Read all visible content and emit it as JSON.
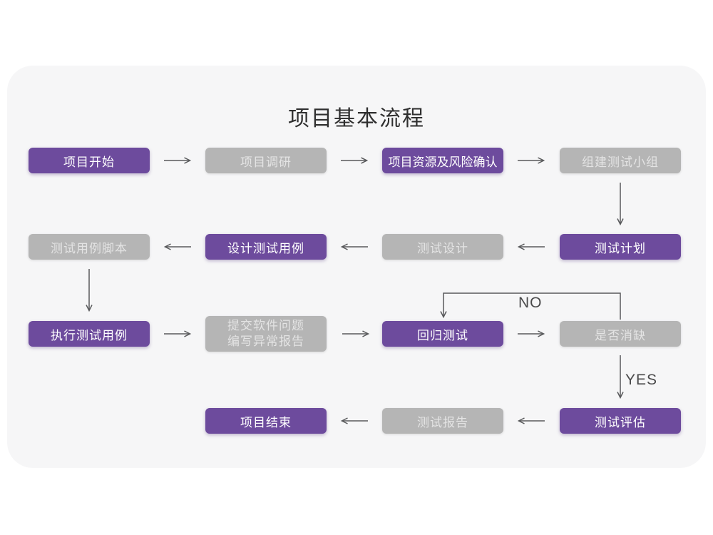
{
  "title": "项目基本流程",
  "decision_labels": {
    "no": "NO",
    "yes": "YES"
  },
  "colors": {
    "accent_purple": "#6d4b9d",
    "node_gray": "#b5b5b5",
    "card_background": "#f6f6f7",
    "page_background": "#ffffff",
    "arrow": "#58595b",
    "title_text": "#2f2f2f",
    "purple_node_text": "#ffffff",
    "gray_node_text": "#e4e4e4"
  },
  "nodes": {
    "project_start": {
      "label": "项目开始",
      "style": "purple"
    },
    "project_research": {
      "label": "项目调研",
      "style": "gray"
    },
    "risk_confirm": {
      "label": "项目资源及风险确认",
      "style": "purple"
    },
    "build_test_team": {
      "label": "组建测试小组",
      "style": "gray"
    },
    "test_plan": {
      "label": "测试计划",
      "style": "purple"
    },
    "test_design": {
      "label": "测试设计",
      "style": "gray"
    },
    "design_test_cases": {
      "label": "设计测试用例",
      "style": "purple"
    },
    "test_case_scripts": {
      "label": "测试用例脚本",
      "style": "gray"
    },
    "execute_test_cases": {
      "label": "执行测试用例",
      "style": "purple"
    },
    "submit_issues": {
      "line1": "提交软件问题",
      "line2": "编写异常报告",
      "style": "gray"
    },
    "regression_test": {
      "label": "回归测试",
      "style": "purple"
    },
    "defect_cleared": {
      "label": "是否消缺",
      "style": "gray"
    },
    "test_evaluation": {
      "label": "测试评估",
      "style": "purple"
    },
    "test_report": {
      "label": "测试报告",
      "style": "gray"
    },
    "project_end": {
      "label": "项目结束",
      "style": "purple"
    }
  },
  "edges": [
    {
      "from": "project_start",
      "to": "project_research"
    },
    {
      "from": "project_research",
      "to": "risk_confirm"
    },
    {
      "from": "risk_confirm",
      "to": "build_test_team"
    },
    {
      "from": "build_test_team",
      "to": "test_plan"
    },
    {
      "from": "test_plan",
      "to": "test_design"
    },
    {
      "from": "test_design",
      "to": "design_test_cases"
    },
    {
      "from": "design_test_cases",
      "to": "test_case_scripts"
    },
    {
      "from": "test_case_scripts",
      "to": "execute_test_cases"
    },
    {
      "from": "execute_test_cases",
      "to": "submit_issues"
    },
    {
      "from": "submit_issues",
      "to": "regression_test"
    },
    {
      "from": "regression_test",
      "to": "defect_cleared"
    },
    {
      "from": "defect_cleared",
      "to": "regression_test",
      "label": "NO"
    },
    {
      "from": "defect_cleared",
      "to": "test_evaluation",
      "label": "YES"
    },
    {
      "from": "test_evaluation",
      "to": "test_report"
    },
    {
      "from": "test_report",
      "to": "project_end"
    }
  ]
}
